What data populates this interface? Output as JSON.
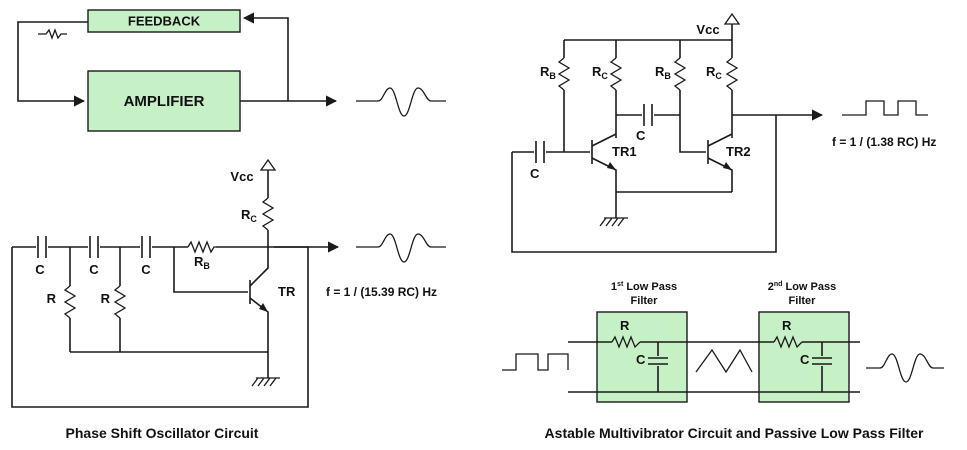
{
  "feedback_loop": {
    "feedback_label": "FEEDBACK",
    "amplifier_label": "AMPLIFIER"
  },
  "phase_shift": {
    "vcc": "Vcc",
    "rc_main": "R",
    "rc_sub": "C",
    "c1": "C",
    "c2": "C",
    "c3": "C",
    "rb_main": "R",
    "rb_sub": "B",
    "r1": "R",
    "r2": "R",
    "tr": "TR",
    "formula": "f = 1 / (15.39 RC) Hz",
    "caption": "Phase Shift Oscillator Circuit"
  },
  "astable": {
    "vcc": "Vcc",
    "rb_main": "R",
    "rb_sub": "B",
    "rc_main": "R",
    "rc_sub": "C",
    "c_mid": "C",
    "c_left": "C",
    "tr1": "TR1",
    "tr2": "TR2",
    "formula": "f = 1 / (1.38 RC) Hz"
  },
  "filters": {
    "first_num": "1",
    "first_sup": "st",
    "first_rest": " Low Pass",
    "first_line2": "Filter",
    "second_num": "2",
    "second_sup": "nd",
    "second_rest": " Low Pass",
    "second_line2": "Filter",
    "r": "R",
    "c": "C",
    "caption": "Astable Multivibrator Circuit and Passive Low Pass Filter"
  },
  "colors": {
    "box_fill": "#c6f0c6",
    "wire": "#1a1a1a"
  }
}
